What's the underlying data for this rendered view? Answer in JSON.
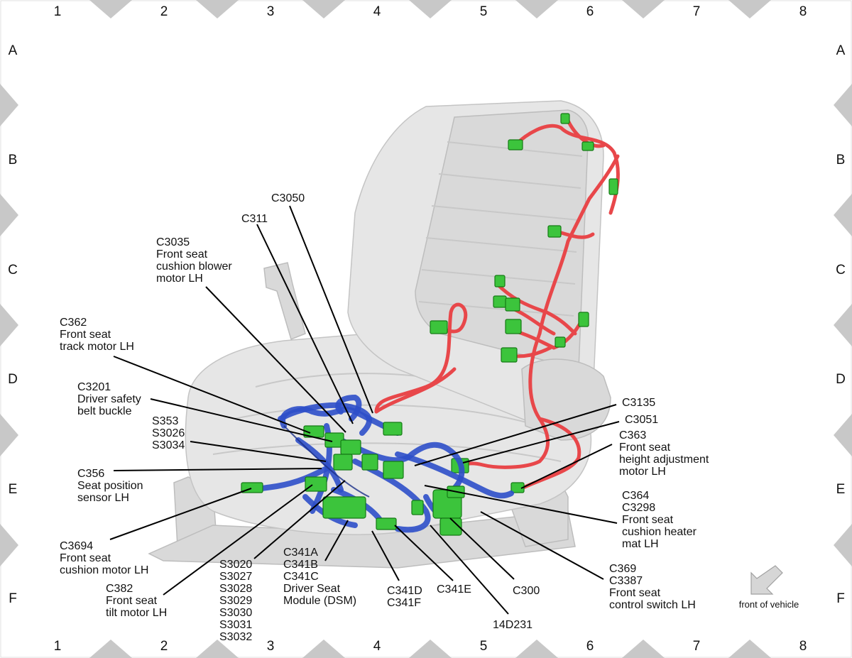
{
  "grid": {
    "columns": [
      "1",
      "2",
      "3",
      "4",
      "5",
      "6",
      "7",
      "8"
    ],
    "rows": [
      "A",
      "B",
      "C",
      "D",
      "E",
      "F"
    ]
  },
  "orientation_label": "front of vehicle",
  "callouts": {
    "c3050": [
      "C3050"
    ],
    "c311": [
      "C311"
    ],
    "c3035": [
      "C3035",
      "Front seat",
      "cushion blower",
      "motor LH"
    ],
    "c362": [
      "C362",
      "Front seat",
      "track motor LH"
    ],
    "c3201": [
      "C3201",
      "Driver safety",
      "belt buckle"
    ],
    "s353": [
      "S353",
      "S3026",
      "S3034"
    ],
    "c356": [
      "C356",
      "Seat position",
      "sensor LH"
    ],
    "c3694": [
      "C3694",
      "Front seat",
      "cushion motor LH"
    ],
    "c382": [
      "C382",
      "Front seat",
      "tilt motor LH"
    ],
    "s3020": [
      "S3020",
      "S3027",
      "S3028",
      "S3029",
      "S3030",
      "S3031",
      "S3032"
    ],
    "c341a": [
      "C341A",
      "C341B",
      "C341C",
      "Driver Seat",
      "Module (DSM)"
    ],
    "c341d": [
      "C341D",
      "C341F"
    ],
    "c341e": [
      "C341E"
    ],
    "d14d231": [
      "14D231"
    ],
    "c300": [
      "C300"
    ],
    "c369": [
      "C369",
      "C3387",
      "Front seat",
      "control switch LH"
    ],
    "c364": [
      "C364",
      "C3298",
      "Front seat",
      "cushion heater",
      "mat LH"
    ],
    "c363": [
      "C363",
      "Front seat",
      "height adjustment",
      "motor LH"
    ],
    "c3051": [
      "C3051"
    ],
    "c3135": [
      "C3135"
    ]
  },
  "colors": {
    "background": "#ffffff",
    "seat": "#d9d9d9",
    "harness_backrest": "#e8474a",
    "harness_cushion": "#2d4fc9",
    "connector": "#3cc43c",
    "grid_marker": "#c8c8c8"
  }
}
